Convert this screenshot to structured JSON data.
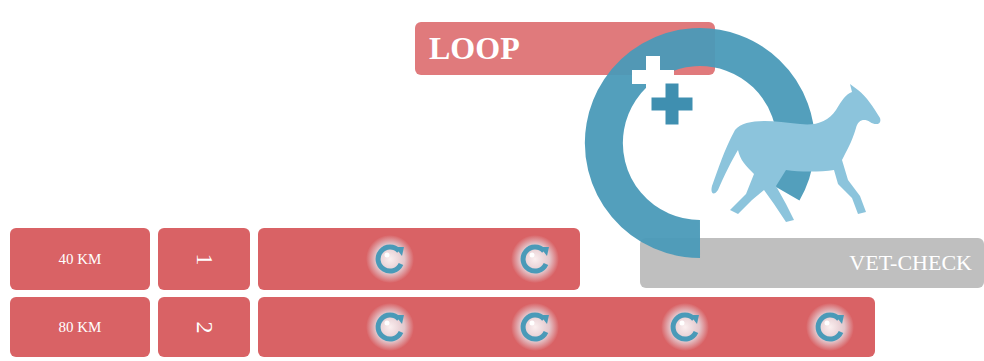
{
  "diagram": {
    "nodes": [
      {
        "text": [
          "LOOP"
        ]
      },
      {
        "text": [
          "40 KM"
        ]
      },
      {
        "text": [
          "1"
        ]
      },
      {
        "text": [
          "VET-CHECK"
        ]
      },
      {
        "text": [
          "80 KM"
        ]
      },
      {
        "text": [
          "2"
        ]
      }
    ]
  }
}
